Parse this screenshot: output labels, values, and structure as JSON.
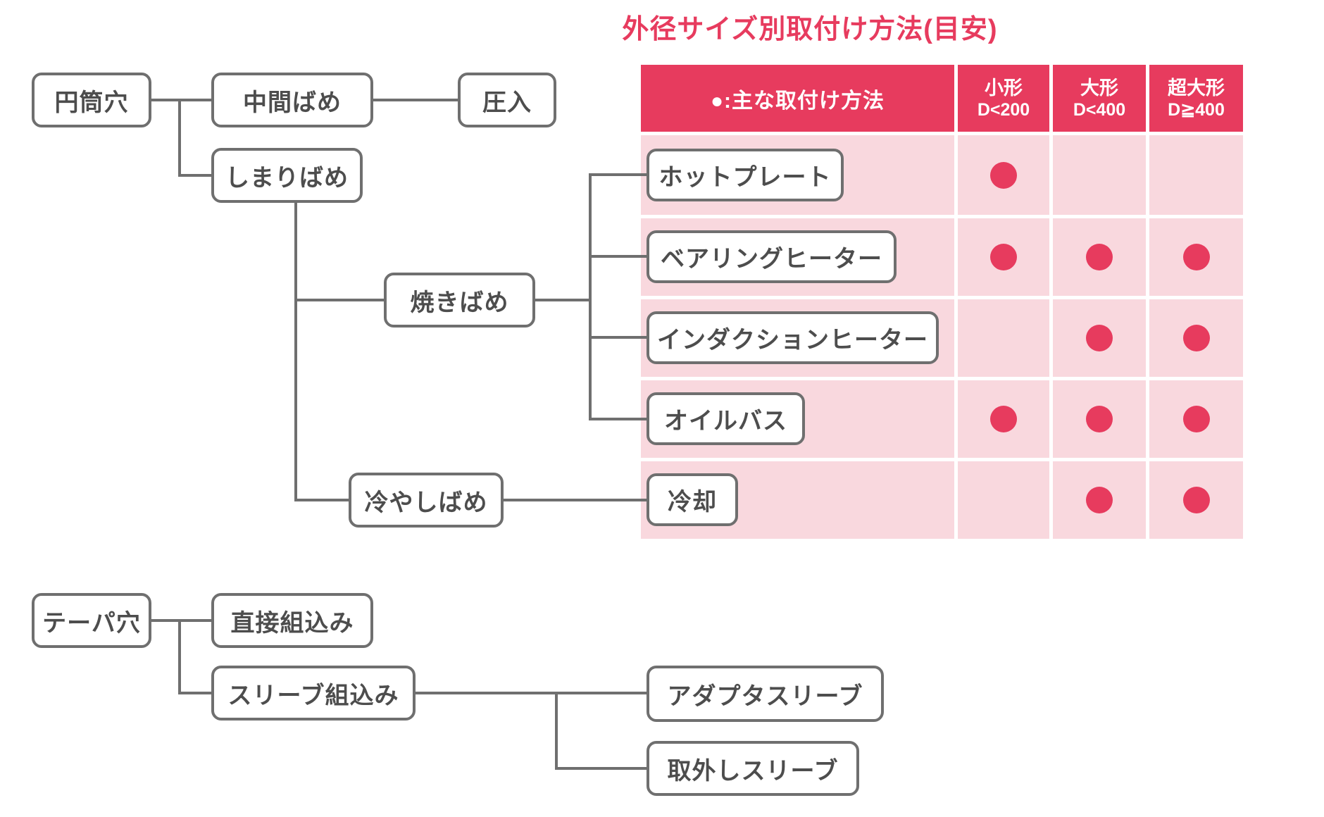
{
  "title": {
    "text": "外径サイズ別取付け方法(目安)"
  },
  "table": {
    "legend": "●:主な取付け方法",
    "columns": [
      {
        "name": "小形",
        "range": "D<200"
      },
      {
        "name": "大形",
        "range": "D<400"
      },
      {
        "name": "超大形",
        "range": "D≧400"
      }
    ],
    "rows": [
      {
        "label": "ホットプレート",
        "dots": [
          true,
          false,
          false
        ]
      },
      {
        "label": "ベアリングヒーター",
        "dots": [
          true,
          true,
          true
        ]
      },
      {
        "label": "インダクションヒーター",
        "dots": [
          false,
          true,
          true
        ]
      },
      {
        "label": "オイルバス",
        "dots": [
          true,
          true,
          true
        ]
      },
      {
        "label": "冷却",
        "dots": [
          false,
          true,
          true
        ]
      }
    ]
  },
  "flowchart": {
    "cylindrical": {
      "root": "円筒穴",
      "intermediate_fit": "中間ばめ",
      "press_in": "圧入",
      "interference_fit": "しまりばめ",
      "shrink_fit": "焼きばめ",
      "cold_fit": "冷やしばめ"
    },
    "tapered": {
      "root": "テーパ穴",
      "direct": "直接組込み",
      "sleeve": "スリーブ組込み",
      "adapter_sleeve": "アダプタスリーブ",
      "withdrawal_sleeve": "取外しスリーブ"
    }
  },
  "colors": {
    "accent_red": "#e73b5e",
    "light_pink": "#f9d8de",
    "line_gray": "#6f6f6f",
    "text_gray": "#4d4d4d"
  }
}
